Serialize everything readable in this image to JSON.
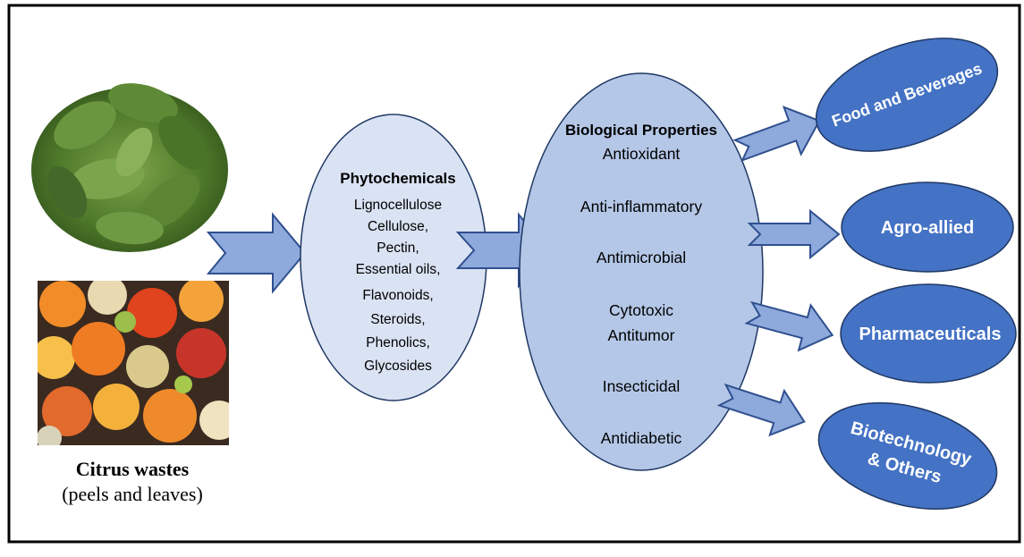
{
  "source": {
    "title": "Citrus wastes",
    "subtitle": "(peels and leaves)",
    "leaves_image": "citrus-leaves-photo",
    "peels_image": "citrus-peels-photo"
  },
  "phytochemicals": {
    "title": "Phytochemicals",
    "items": [
      "Lignocellulose",
      "Cellulose,",
      "Pectin,",
      "Essential oils,",
      "Flavonoids,",
      "Steroids,",
      "Phenolics,",
      "Glycosides"
    ]
  },
  "biological": {
    "title": "Biological Properties",
    "items": [
      "Antioxidant",
      "Anti-inflammatory",
      "Antimicrobial",
      "Cytotoxic",
      "Antitumor",
      "Insecticidal",
      "Antidiabetic"
    ]
  },
  "applications": {
    "food": "Food and Beverages",
    "agro": "Agro-allied",
    "pharma": "Pharmaceuticals",
    "biotech_line1": "Biotechnology",
    "biotech_line2": "& Others"
  },
  "colors": {
    "arrow_fill": "#8ea9db",
    "arrow_stroke": "#2f4f8f",
    "phyto_fill": "#dae3f3",
    "bio_fill": "#b4c7e7",
    "app_fill": "#4472c4",
    "outline": "#1f3864"
  }
}
